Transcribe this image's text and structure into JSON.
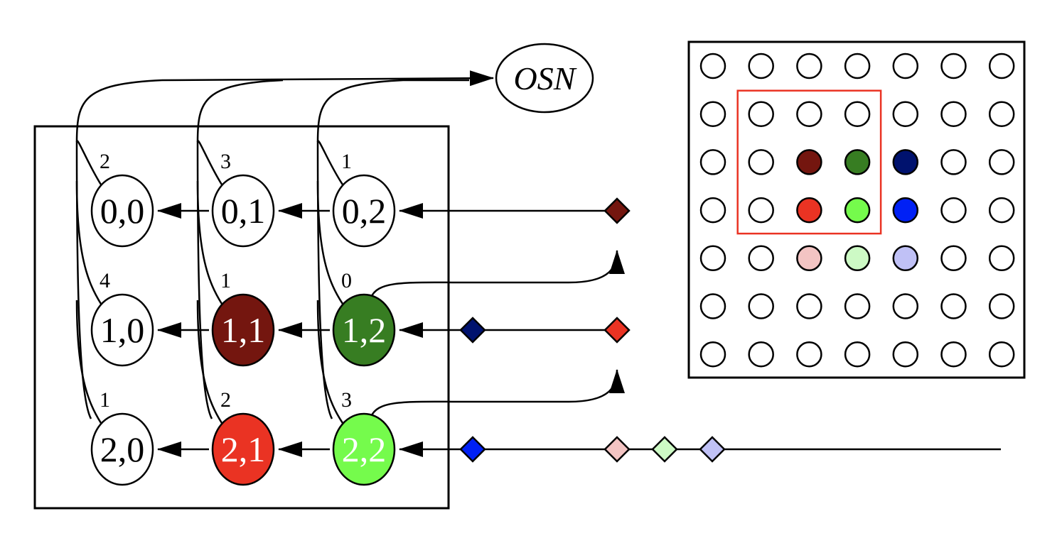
{
  "osn": {
    "label": "OSN"
  },
  "nodes": [
    {
      "id": "0,0",
      "label": "0,0",
      "row": 0,
      "col": 0,
      "weight": "2",
      "fill": "#ffffff",
      "text": "#000000"
    },
    {
      "id": "0,1",
      "label": "0,1",
      "row": 0,
      "col": 1,
      "weight": "3",
      "fill": "#ffffff",
      "text": "#000000"
    },
    {
      "id": "0,2",
      "label": "0,2",
      "row": 0,
      "col": 2,
      "weight": "1",
      "fill": "#ffffff",
      "text": "#000000"
    },
    {
      "id": "1,0",
      "label": "1,0",
      "row": 1,
      "col": 0,
      "weight": "4",
      "fill": "#ffffff",
      "text": "#000000"
    },
    {
      "id": "1,1",
      "label": "1,1",
      "row": 1,
      "col": 1,
      "weight": "1",
      "fill": "#74160f",
      "text": "#ffffff"
    },
    {
      "id": "1,2",
      "label": "1,2",
      "row": 1,
      "col": 2,
      "weight": "0",
      "fill": "#377d22",
      "text": "#ffffff"
    },
    {
      "id": "2,0",
      "label": "2,0",
      "row": 2,
      "col": 0,
      "weight": "1",
      "fill": "#ffffff",
      "text": "#000000"
    },
    {
      "id": "2,1",
      "label": "2,1",
      "row": 2,
      "col": 1,
      "weight": "2",
      "fill": "#ea3323",
      "text": "#ffffff"
    },
    {
      "id": "2,2",
      "label": "2,2",
      "row": 2,
      "col": 2,
      "weight": "3",
      "fill": "#75fb4c",
      "text": "#ffffff"
    }
  ],
  "streams": {
    "row0": [
      {
        "slot": "far",
        "fill": "#74160f"
      }
    ],
    "row1": [
      {
        "slot": "near",
        "fill": "#00126e"
      },
      {
        "slot": "far",
        "fill": "#ea3323"
      }
    ],
    "row2": [
      {
        "slot": "near",
        "fill": "#0020f5"
      },
      {
        "slot": "far",
        "fill": "#f3c4c3"
      },
      {
        "slot": "far2",
        "fill": "#cdfac5"
      },
      {
        "slot": "far3",
        "fill": "#c0c1f6"
      }
    ]
  },
  "grid": {
    "rows": 7,
    "cols": 7,
    "highlight_color": "#ea3323",
    "highlight": {
      "row_start": 1,
      "row_end": 3,
      "col_start": 1,
      "col_end": 3
    },
    "filled": [
      {
        "row": 2,
        "col": 2,
        "fill": "#74160f"
      },
      {
        "row": 2,
        "col": 3,
        "fill": "#377d22"
      },
      {
        "row": 2,
        "col": 4,
        "fill": "#00126e"
      },
      {
        "row": 3,
        "col": 2,
        "fill": "#ea3323"
      },
      {
        "row": 3,
        "col": 3,
        "fill": "#75fb4c"
      },
      {
        "row": 3,
        "col": 4,
        "fill": "#0020f5"
      },
      {
        "row": 4,
        "col": 2,
        "fill": "#f3c4c3"
      },
      {
        "row": 4,
        "col": 3,
        "fill": "#cdfac5"
      },
      {
        "row": 4,
        "col": 4,
        "fill": "#c0c1f6"
      }
    ]
  }
}
